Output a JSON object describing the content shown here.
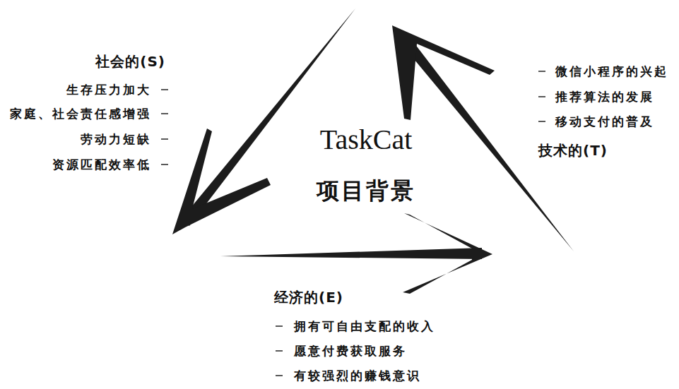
{
  "diagram": {
    "title": "TaskCat",
    "labels": [
      "项目背景",
      "社会的(S)",
      "生存压力加大",
      "家庭、社会责任感增强",
      "劳动力短缺",
      "资源匹配效率低",
      "微信小程序的兴起",
      "推荐算法的发展",
      "移动支付的普及",
      "技术的(T)",
      "经济的(E)",
      "拥有可自由支配的收入",
      "愿意付费获取服务",
      "有较强烈的赚钱意识"
    ]
  }
}
